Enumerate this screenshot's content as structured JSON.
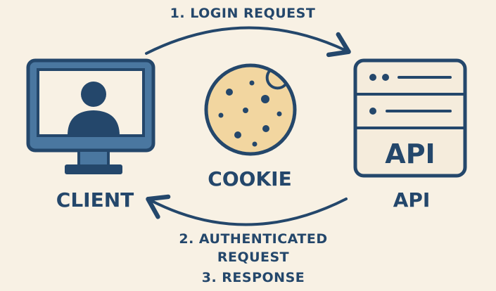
{
  "steps": {
    "step1": "1. LOGIN REQUEST",
    "step2_line1": "2. AUTHENTICATED",
    "step2_line2": "REQUEST",
    "step3": "3. RESPONSE"
  },
  "nodes": {
    "client": "CLIENT",
    "cookie": "COOKIE",
    "api": "API",
    "api_screen_text": "API"
  },
  "icons": {
    "client": "monitor-user-icon",
    "cookie": "cookie-icon",
    "api": "server-api-icon"
  },
  "colors": {
    "background": "#f8f1e4",
    "dark_blue": "#24476b",
    "mid_blue": "#4a77a0",
    "cookie_fill": "#f2d6a0",
    "panel_fill": "#f5ecdc"
  }
}
